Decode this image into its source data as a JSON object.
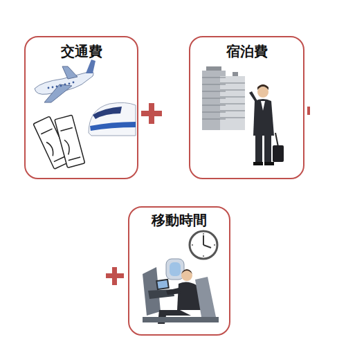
{
  "diagram": {
    "nodes": [
      {
        "text": [
          "交通費"
        ]
      },
      {
        "text": [
          "宿泊費"
        ]
      },
      {
        "text": [
          "移動時間"
        ]
      }
    ]
  }
}
